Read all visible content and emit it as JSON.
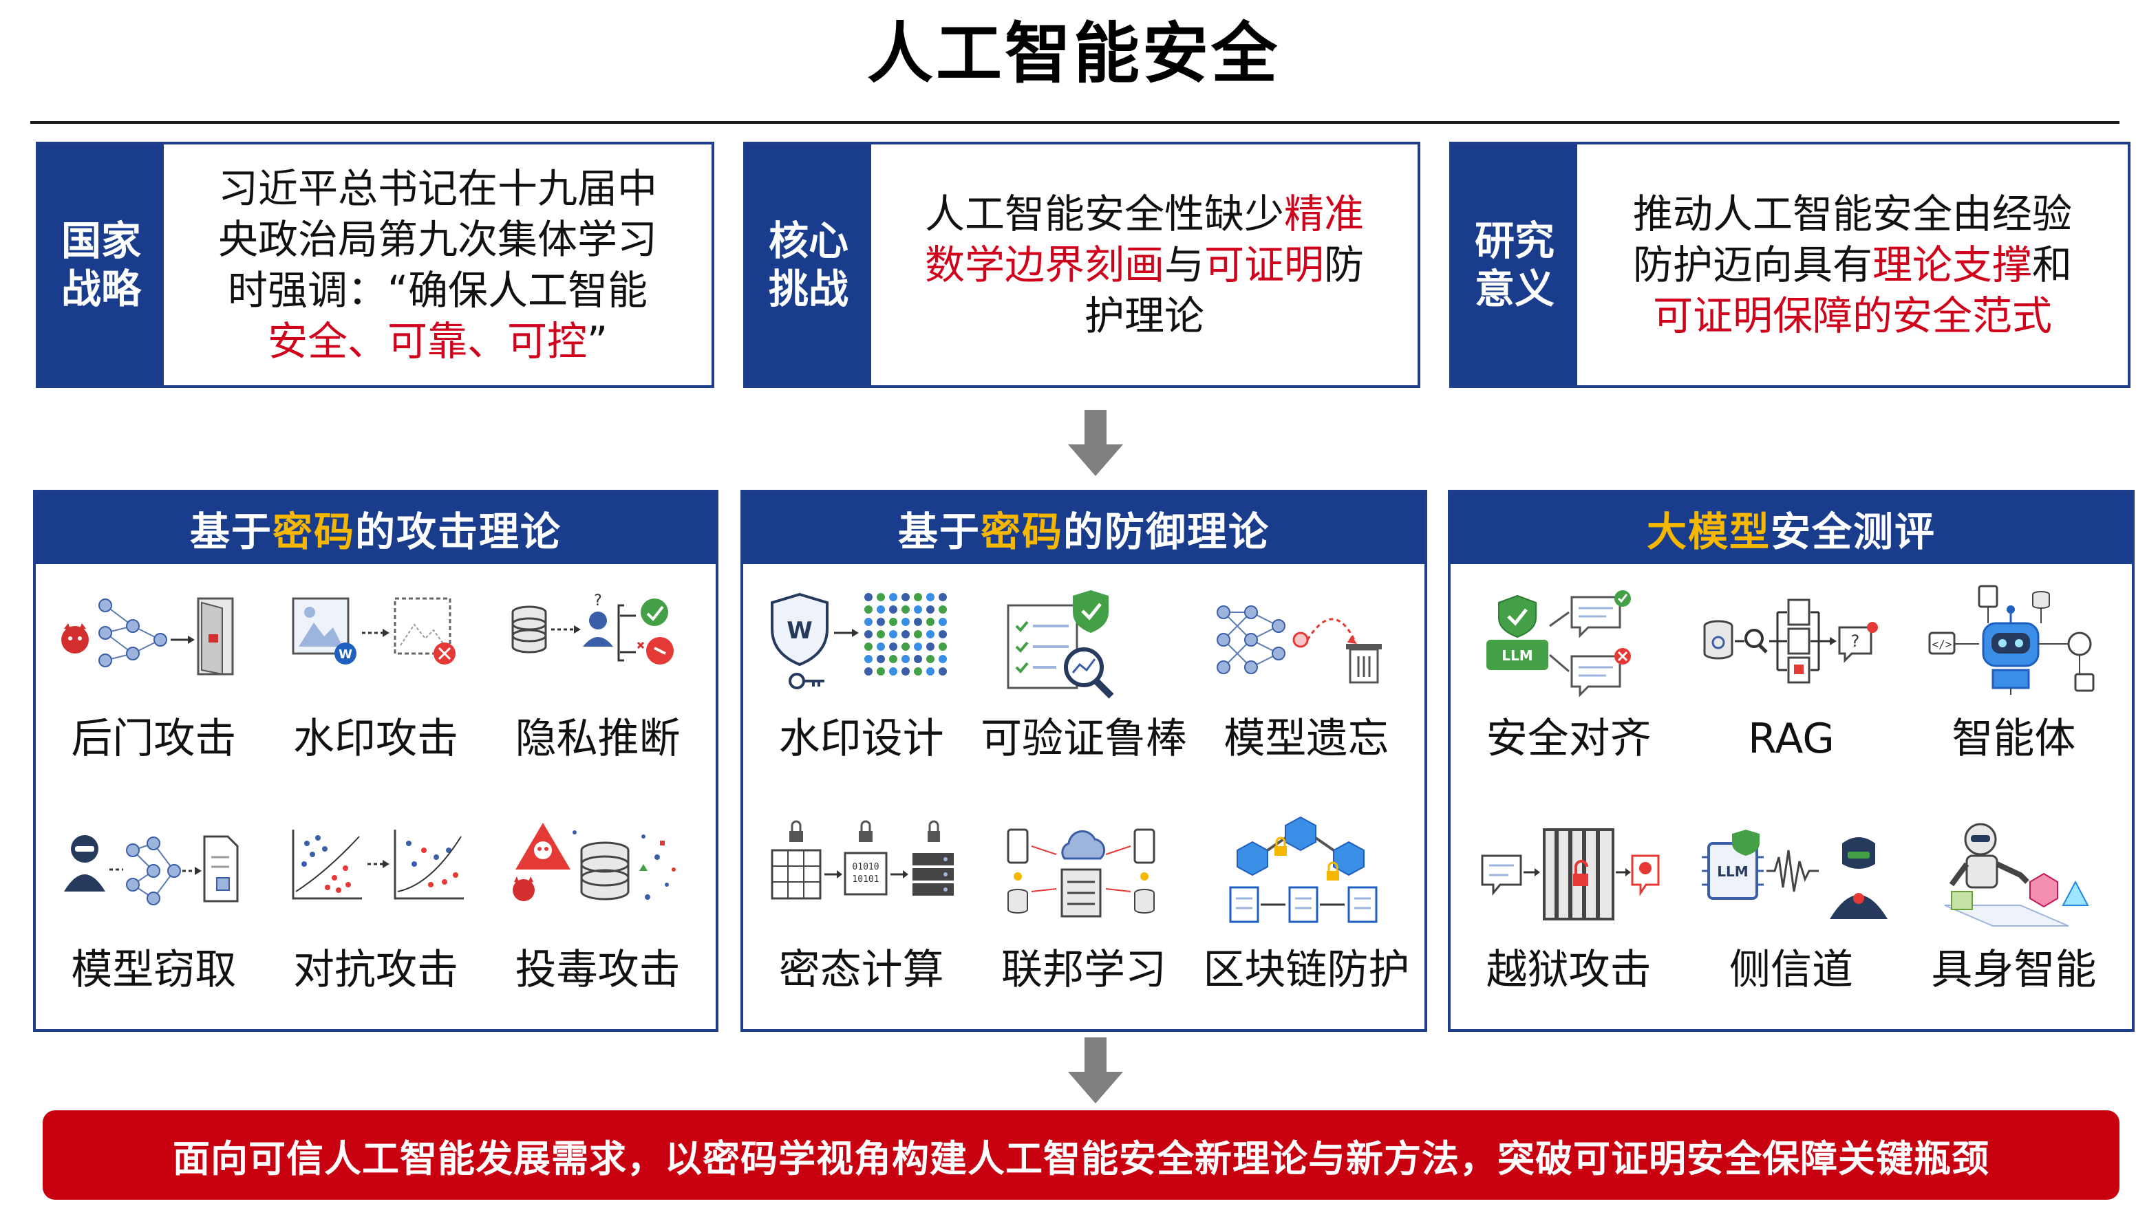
{
  "title": "人工智能安全",
  "top_boxes": [
    {
      "tag": "国家战略",
      "lines": [
        [
          {
            "t": "习近平总书记在十九届中"
          }
        ],
        [
          {
            "t": "央政治局第九次集体学习"
          }
        ],
        [
          {
            "t": "时强调：“确保人工智能"
          }
        ],
        [
          {
            "t": "安全、可靠、可控",
            "red": true
          },
          {
            "t": "”"
          }
        ]
      ]
    },
    {
      "tag": "核心挑战",
      "lines": [
        [
          {
            "t": "人工智能安全性缺少"
          },
          {
            "t": "精准",
            "red": true
          }
        ],
        [
          {
            "t": "数学边界刻画",
            "red": true
          },
          {
            "t": "与"
          },
          {
            "t": "可证明",
            "red": true
          },
          {
            "t": "防"
          }
        ],
        [
          {
            "t": "护理论"
          }
        ]
      ]
    },
    {
      "tag": "研究意义",
      "lines": [
        [
          {
            "t": "推动人工智能安全由经验"
          }
        ],
        [
          {
            "t": "防护迈向具有"
          },
          {
            "t": "理论支撑",
            "red": true
          },
          {
            "t": "和"
          }
        ],
        [
          {
            "t": "可证明保障的安全范式",
            "red": true
          }
        ]
      ]
    }
  ],
  "panels": [
    {
      "head": [
        {
          "t": "基于"
        },
        {
          "t": "密码",
          "yel": true
        },
        {
          "t": "的攻击理论"
        }
      ],
      "items": [
        {
          "label": "后门攻击",
          "icon": "backdoor-attack-icon"
        },
        {
          "label": "水印攻击",
          "icon": "watermark-attack-icon"
        },
        {
          "label": "隐私推断",
          "icon": "privacy-inference-icon"
        },
        {
          "label": "模型窃取",
          "icon": "model-stealing-icon"
        },
        {
          "label": "对抗攻击",
          "icon": "adversarial-attack-icon"
        },
        {
          "label": "投毒攻击",
          "icon": "poisoning-attack-icon"
        }
      ]
    },
    {
      "head": [
        {
          "t": "基于"
        },
        {
          "t": "密码",
          "yel": true
        },
        {
          "t": "的防御理论"
        }
      ],
      "items": [
        {
          "label": "水印设计",
          "icon": "watermark-design-icon"
        },
        {
          "label": "可验证鲁棒",
          "icon": "verifiable-robustness-icon"
        },
        {
          "label": "模型遗忘",
          "icon": "model-unlearning-icon"
        },
        {
          "label": "密态计算",
          "icon": "encrypted-computation-icon"
        },
        {
          "label": "联邦学习",
          "icon": "federated-learning-icon"
        },
        {
          "label": "区块链防护",
          "icon": "blockchain-protection-icon"
        }
      ]
    },
    {
      "head": [
        {
          "t": "大模型",
          "yel": true
        },
        {
          "t": "安全测评"
        }
      ],
      "items": [
        {
          "label": "安全对齐",
          "icon": "safety-alignment-icon"
        },
        {
          "label": "RAG",
          "icon": "rag-icon"
        },
        {
          "label": "智能体",
          "icon": "agent-robot-icon"
        },
        {
          "label": "越狱攻击",
          "icon": "jailbreak-attack-icon"
        },
        {
          "label": "侧信道",
          "icon": "side-channel-icon"
        },
        {
          "label": "具身智能",
          "icon": "embodied-ai-icon"
        }
      ]
    }
  ],
  "bottom_banner": "面向可信人工智能发展需求，以密码学视角构建人工智能安全新理论与新方法，突破可证明安全保障关键瓶颈",
  "colors": {
    "navy": "#1a3c8c",
    "red": "#d0021b",
    "yellow": "#f5b700",
    "banner": "#c8000f",
    "arrow": "#7f7f7f"
  }
}
